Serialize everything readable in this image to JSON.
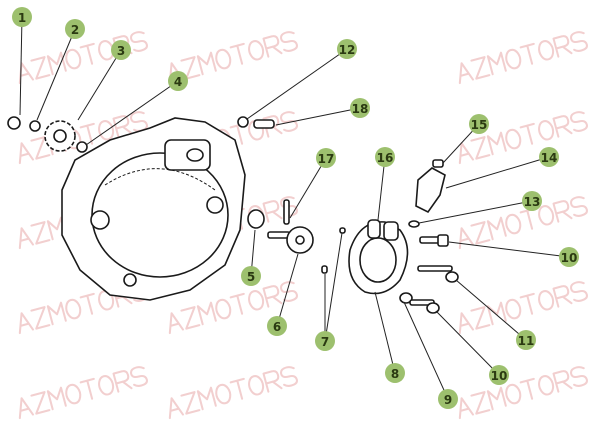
{
  "watermark": "AZMOTORS",
  "colors": {
    "badge": "#9dc06e",
    "badge_text": "#2b3a12",
    "watermark": "#f2cfcf"
  },
  "callouts": [
    {
      "id": "c1",
      "label": "1"
    },
    {
      "id": "c2",
      "label": "2"
    },
    {
      "id": "c3",
      "label": "3"
    },
    {
      "id": "c4",
      "label": "4"
    },
    {
      "id": "c12",
      "label": "12"
    },
    {
      "id": "c18",
      "label": "18"
    },
    {
      "id": "c15",
      "label": "15"
    },
    {
      "id": "c16",
      "label": "16"
    },
    {
      "id": "c14",
      "label": "14"
    },
    {
      "id": "c17",
      "label": "17"
    },
    {
      "id": "c13",
      "label": "13"
    },
    {
      "id": "c10a",
      "label": "10"
    },
    {
      "id": "c5",
      "label": "5"
    },
    {
      "id": "c6",
      "label": "6"
    },
    {
      "id": "c11",
      "label": "11"
    },
    {
      "id": "c7",
      "label": "7"
    },
    {
      "id": "c10b",
      "label": "10"
    },
    {
      "id": "c8",
      "label": "8"
    },
    {
      "id": "c9",
      "label": "9"
    }
  ]
}
